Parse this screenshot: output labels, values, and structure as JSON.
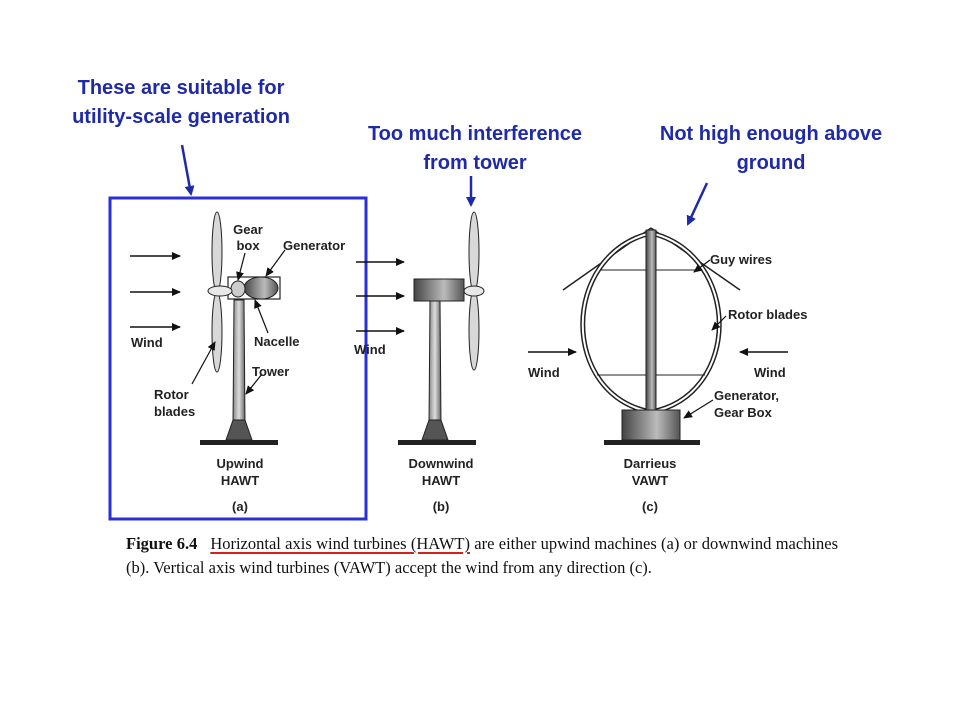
{
  "annotations": {
    "hawt_note": [
      "These are suitable for",
      "utility-scale generation"
    ],
    "downwind_note": [
      "Too much interference",
      "from tower"
    ],
    "vawt_note": [
      "Not high enough above",
      "ground"
    ]
  },
  "labels": {
    "gear_box": [
      "Gear",
      "box"
    ],
    "generator": "Generator",
    "nacelle": "Nacelle",
    "tower": "Tower",
    "rotor_blades_a": [
      "Rotor",
      "blades"
    ],
    "wind": "Wind",
    "guy_wires": "Guy wires",
    "rotor_blades_c": "Rotor blades",
    "generator_gearbox": [
      "Generator,",
      "Gear Box"
    ]
  },
  "panels": [
    {
      "name": [
        "Upwind",
        "HAWT"
      ],
      "tag": "(a)"
    },
    {
      "name": [
        "Downwind",
        "HAWT"
      ],
      "tag": "(b)"
    },
    {
      "name": [
        "Darrieus",
        "VAWT"
      ],
      "tag": "(c)"
    }
  ],
  "caption": {
    "figure": "Figure 6.4",
    "underlined": "Horizontal axis wind turbines (HAWT)",
    "rest": " are either upwind machines (a) or downwind machines (b). Vertical axis wind turbines (VAWT) accept the wind from any direction (c)."
  },
  "colors": {
    "annotation": "#1f2aa8",
    "highlight_box": "#2a2fd6",
    "underline": "#d62020"
  }
}
